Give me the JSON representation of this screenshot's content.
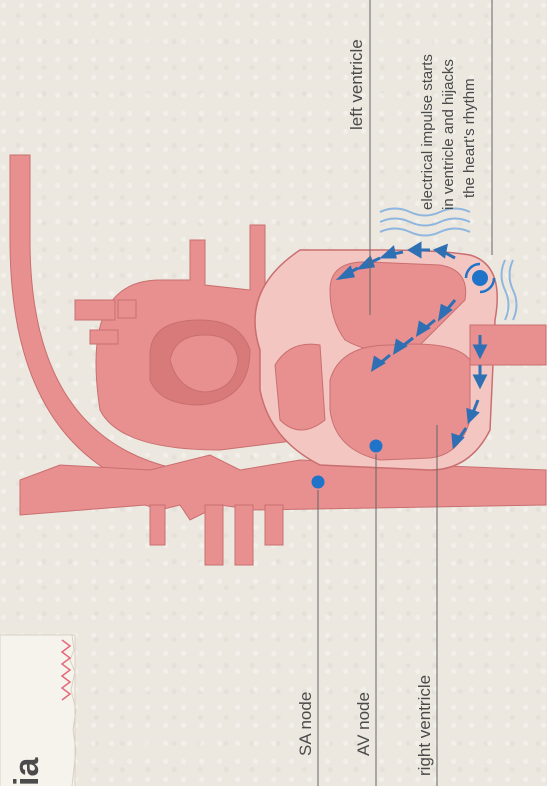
{
  "labels": {
    "left_ventricle": "left ventricle",
    "impulse_line1": "electrical impulse starts",
    "impulse_line2": "in ventricle and hijacks",
    "impulse_line3": "the heart's rhythm",
    "sa_node": "SA node",
    "av_node": "AV node",
    "right_ventricle": "right ventricle"
  },
  "title_fragment": "ia",
  "colors": {
    "tissue": "#e88f8f",
    "tissue_dark": "#d97a7a",
    "tissue_outline": "#c96f6f",
    "inner_tint": "#f3c6c2",
    "node": "#1f73c8",
    "arrow": "#2f6fb3",
    "vibration": "#8fb6de",
    "leader_line": "#666666",
    "text": "#4a4a4a",
    "paper": "#ece8e0",
    "note_paper": "#f6f3ec",
    "zigzag": "#e26a7a"
  }
}
